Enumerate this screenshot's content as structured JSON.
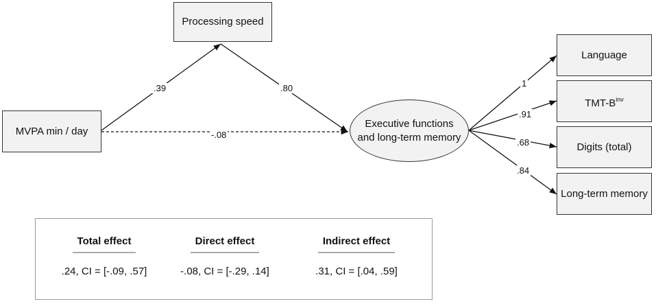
{
  "nodes": {
    "processing_speed": "Processing speed",
    "mvpa": "MVPA min / day",
    "latent": "Executive functions and long-term memory",
    "language": "Language",
    "tmt_base": "TMT-B",
    "tmt_sup": "inv",
    "digits": "Digits (total)",
    "long_term_memory": "Long-term memory"
  },
  "paths": {
    "mvpa_to_speed": ".39",
    "speed_to_latent": ".80",
    "mvpa_to_latent": "-.08",
    "latent_to_language": "1",
    "latent_to_tmt": ".91",
    "latent_to_digits": ".68",
    "latent_to_ltm": ".84"
  },
  "summary": {
    "total": {
      "label": "Total effect",
      "value": ".24, CI = [-.09, .57]"
    },
    "direct": {
      "label": "Direct effect",
      "value": "-.08, CI = [-.29, .14]"
    },
    "indirect": {
      "label": "Indirect effect",
      "value": ".31, CI = [.04, .59]"
    }
  }
}
